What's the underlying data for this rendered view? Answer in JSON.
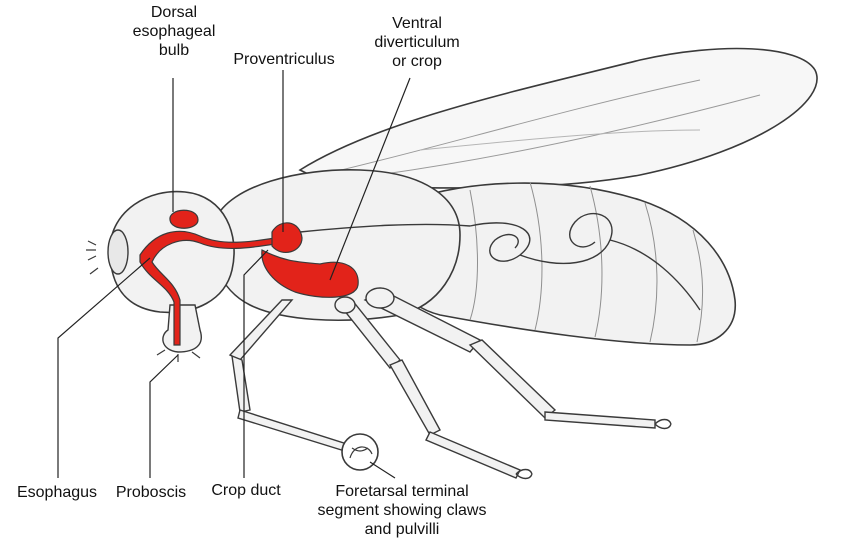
{
  "colors": {
    "organ_red": "#e2231a",
    "outline": "#3a3a3a",
    "body_fill": "#f2f2f2",
    "wing_fill": "#f7f7f7",
    "leader": "#222222"
  },
  "labels": {
    "dorsal_bulb": [
      "Dorsal",
      "esophageal",
      "bulb"
    ],
    "proventriculus": [
      "Proventriculus"
    ],
    "crop": [
      "Ventral",
      "diverticulum",
      "or crop"
    ],
    "esophagus": [
      "Esophagus"
    ],
    "proboscis": [
      "Proboscis"
    ],
    "crop_duct": [
      "Crop duct"
    ],
    "foretarsal": [
      "Foretarsal terminal",
      "segment showing claws",
      "and pulvilli"
    ]
  }
}
